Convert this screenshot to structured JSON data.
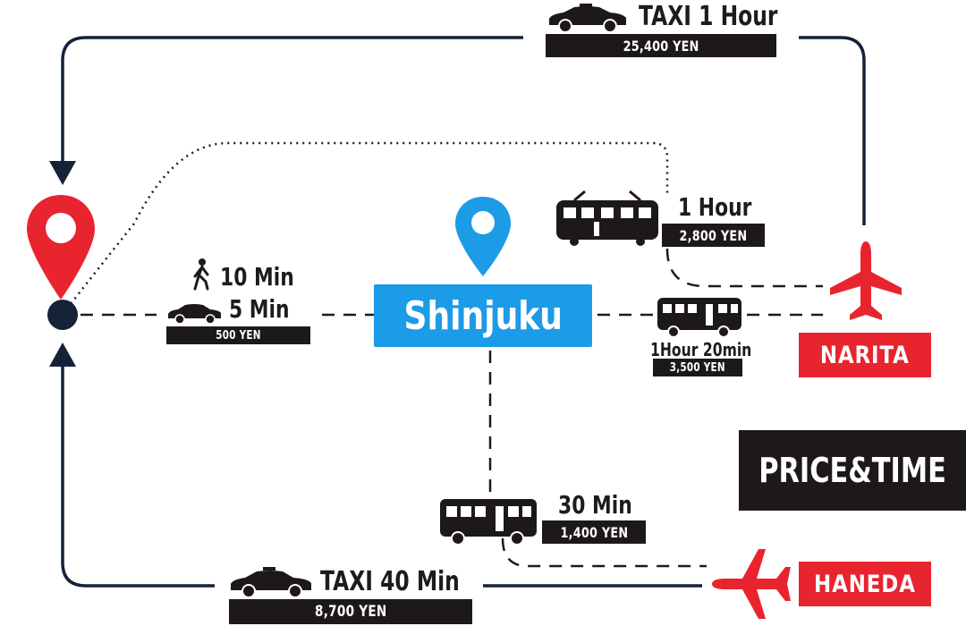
{
  "title": "PRICE&TIME",
  "hub": {
    "label": "Shinjuku"
  },
  "airports": {
    "narita": "NARITA",
    "haneda": "HANEDA"
  },
  "routes": {
    "taxi_narita": {
      "time": "TAXI 1 Hour",
      "price": "25,400 YEN"
    },
    "train_narita": {
      "time": "1 Hour",
      "price": "2,800 YEN"
    },
    "bus_narita": {
      "time": "1Hour 20min",
      "price": "3,500 YEN"
    },
    "local": {
      "walk": "10 Min",
      "taxi": "5 Min",
      "price": "500 YEN"
    },
    "bus_haneda": {
      "time": "30 Min",
      "price": "1,400 YEN"
    },
    "taxi_haneda": {
      "time": "TAXI 40 Min",
      "price": "8,700 YEN"
    }
  },
  "colors": {
    "navy": "#142337",
    "red": "#e8242f",
    "blue": "#1c9be6",
    "dark": "#1e1919"
  },
  "icons": [
    "location-pin-icon",
    "airplane-icon",
    "taxi-icon",
    "train-icon",
    "bus-icon",
    "walking-person-icon"
  ]
}
